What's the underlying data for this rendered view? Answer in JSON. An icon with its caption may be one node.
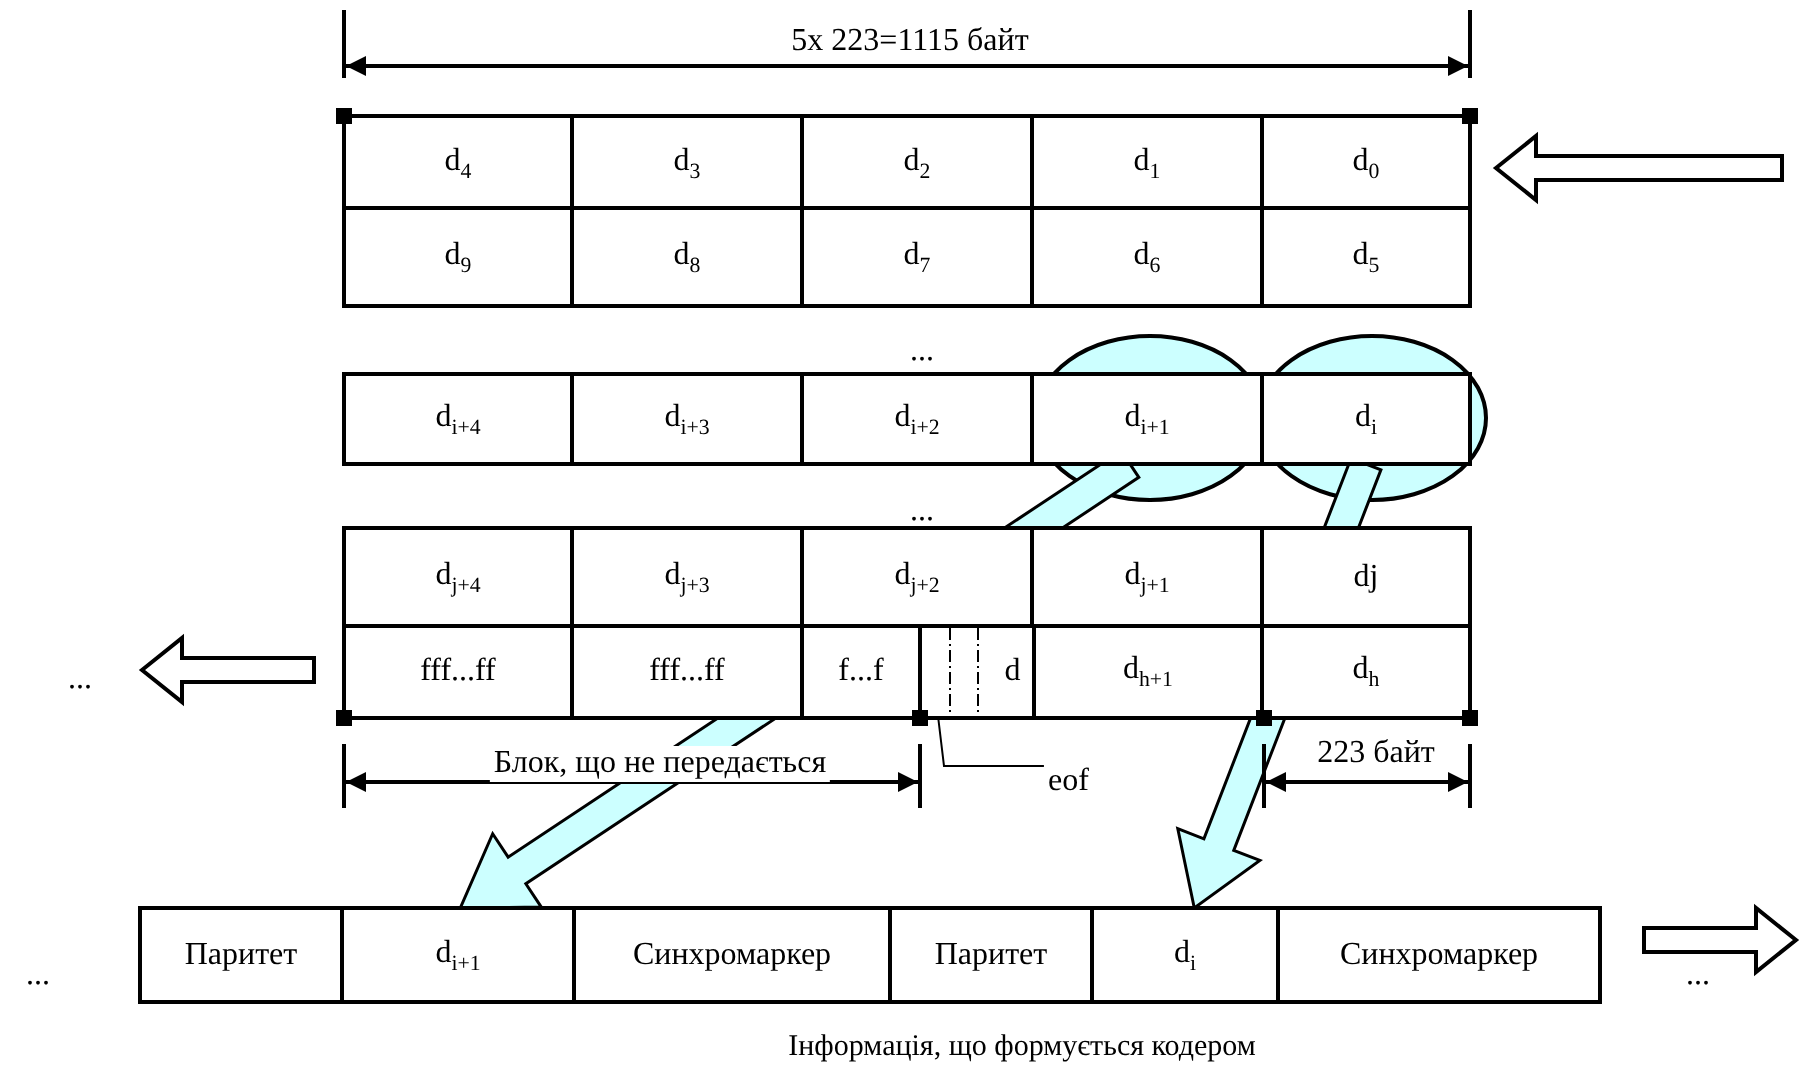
{
  "diagram": {
    "caption": "Інформація, що формується кодером",
    "nodes": [
      {
        "text": [
          "d$_{4}$"
        ]
      },
      {
        "text": [
          "d$_{3}$"
        ]
      },
      {
        "text": [
          "d$_{2}$"
        ]
      },
      {
        "text": [
          "d$_{1}$"
        ]
      },
      {
        "text": [
          "d$_{0}$"
        ]
      },
      {
        "text": [
          "d$_{9}$"
        ]
      },
      {
        "text": [
          "d$_{8}$"
        ]
      },
      {
        "text": [
          "d$_{7}$"
        ]
      },
      {
        "text": [
          "d$_{6}$"
        ]
      },
      {
        "text": [
          "d$_{5}$"
        ]
      },
      {
        "text": [
          "d$_{i+4}$"
        ]
      },
      {
        "text": [
          "d$_{i+3}$"
        ]
      },
      {
        "text": [
          "d$_{i+2}$"
        ]
      },
      {
        "text": [
          "d$_{i+1}$"
        ]
      },
      {
        "text": [
          "d$_{i}$"
        ]
      },
      {
        "text": [
          "d$_{j+4}$"
        ]
      },
      {
        "text": [
          "d$_{j+3}$"
        ]
      },
      {
        "text": [
          "d$_{j+2}$"
        ]
      },
      {
        "text": [
          "d$_{j+1}$"
        ]
      },
      {
        "text": [
          "dj"
        ]
      },
      {
        "text": [
          "fff...ff"
        ]
      },
      {
        "text": [
          "fff...ff"
        ]
      },
      {
        "text": [
          "f...f"
        ]
      },
      {
        "text": [
          "d"
        ]
      },
      {
        "text": [
          "d$_{h+1}$"
        ]
      },
      {
        "text": [
          "d$_{h}$"
        ]
      },
      {
        "text": [
          "Паритет"
        ]
      },
      {
        "text": [
          "d$_{i+1}$"
        ]
      },
      {
        "text": [
          "Синхромаркер"
        ]
      },
      {
        "text": [
          "Паритет"
        ]
      },
      {
        "text": [
          "d$_{i}$"
        ]
      },
      {
        "text": [
          "Синхромаркер"
        ]
      },
      {
        "text": [
          "eof"
        ]
      }
    ],
    "edges": [
      {
        "from": 13,
        "to": 27,
        "arrow": "to",
        "style": "thick",
        "color": "#ccffff"
      },
      {
        "from": 14,
        "to": 30,
        "arrow": "to",
        "style": "thick",
        "color": "#ccffff"
      },
      {
        "from": 32,
        "to": 23,
        "arrow": "none"
      }
    ],
    "labels": [
      "5x 223=1115 байт",
      "...",
      "...",
      "...",
      "Блок, що не передається",
      "223 байт",
      "...",
      "..."
    ]
  }
}
